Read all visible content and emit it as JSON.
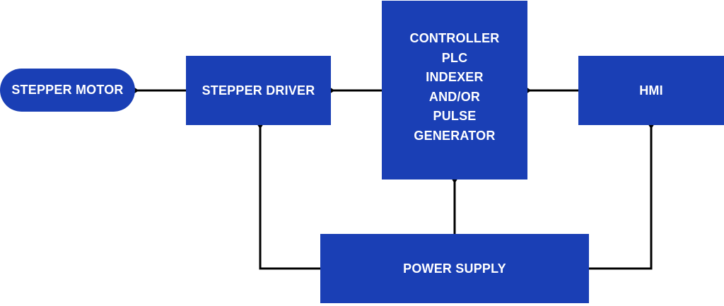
{
  "colors": {
    "block_fill": "#1a3fb5",
    "block_text": "#ffffff",
    "connector": "#000000",
    "background": "#ffffff"
  },
  "blocks": {
    "stepper_motor": "STEPPER MOTOR",
    "stepper_driver": "STEPPER DRIVER",
    "controller_lines": [
      "CONTROLLER",
      "PLC",
      "INDEXER",
      "AND/OR",
      "PULSE",
      "GENERATOR"
    ],
    "hmi": "HMI",
    "power_supply": "POWER SUPPLY"
  }
}
